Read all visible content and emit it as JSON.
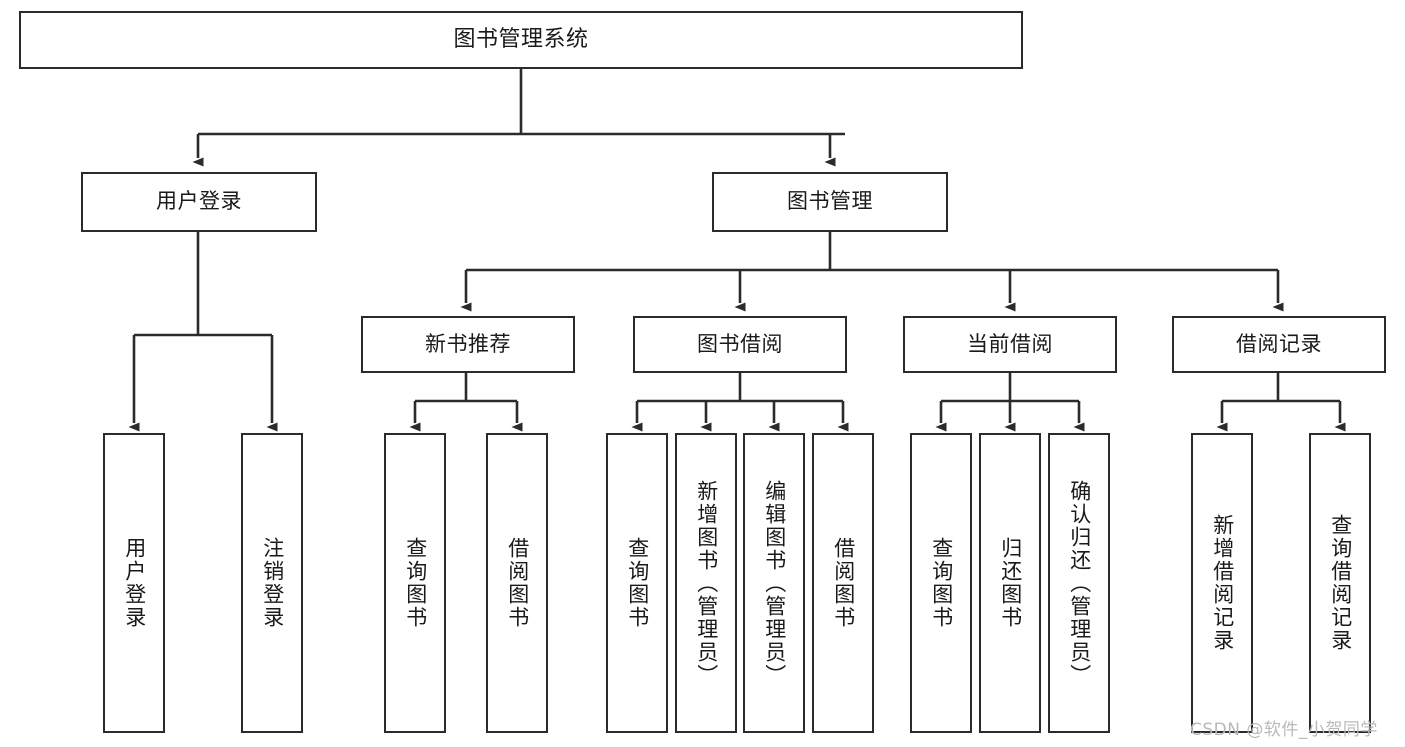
{
  "diagram": {
    "title_node": {
      "label": "图书管理系统"
    },
    "level2": [
      {
        "label": "用户登录"
      },
      {
        "label": "图书管理"
      }
    ],
    "level3": [
      {
        "label": "新书推荐"
      },
      {
        "label": "图书借阅"
      },
      {
        "label": "当前借阅"
      },
      {
        "label": "借阅记录"
      }
    ],
    "leaves": [
      {
        "label": "用户登录"
      },
      {
        "label": "注销登录"
      },
      {
        "label": "查询图书"
      },
      {
        "label": "借阅图书"
      },
      {
        "label": "查询图书"
      },
      {
        "label": "新增图书（管理员）"
      },
      {
        "label": "编辑图书（管理员）"
      },
      {
        "label": "借阅图书"
      },
      {
        "label": "查询图书"
      },
      {
        "label": "归还图书"
      },
      {
        "label": "确认归还（管理员）"
      },
      {
        "label": "新增借阅记录"
      },
      {
        "label": "查询借阅记录"
      }
    ]
  },
  "watermark": {
    "text": "CSDN @软件_小贺同学"
  },
  "colors": {
    "stroke": "#2b2b2b",
    "fill": "#ffffff",
    "text": "#1a1a1a",
    "watermark": "#b9b9b9"
  }
}
